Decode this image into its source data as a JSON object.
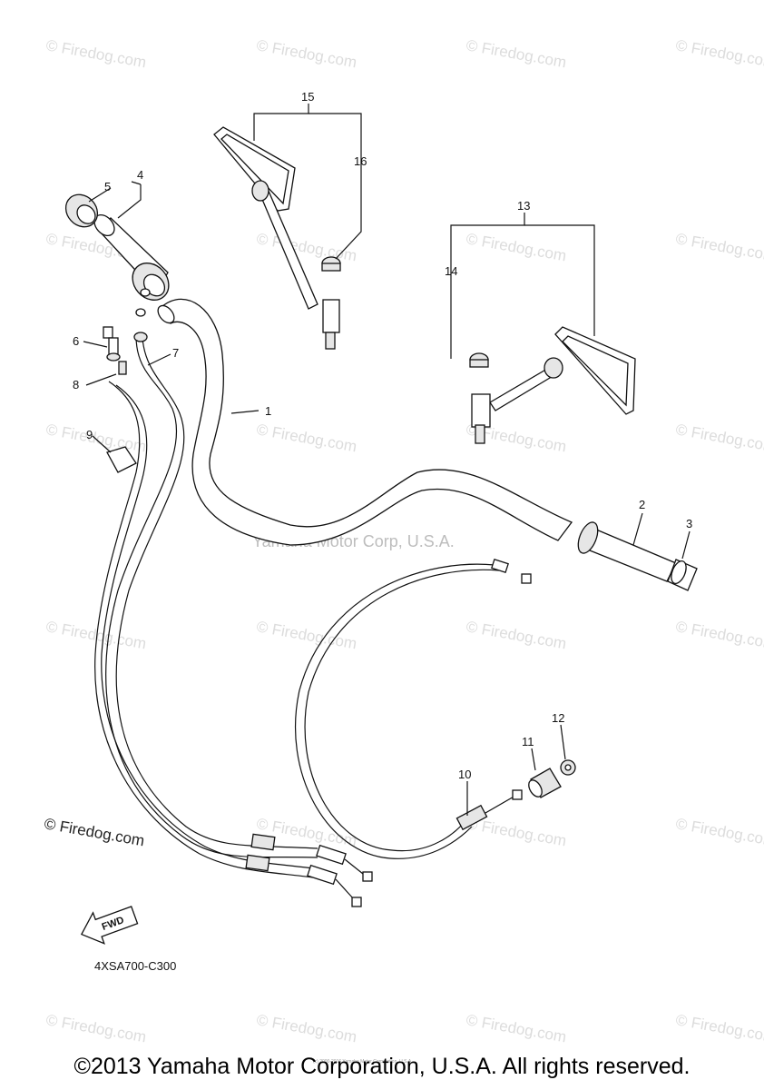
{
  "callouts": [
    "1",
    "2",
    "3",
    "4",
    "5",
    "6",
    "7",
    "8",
    "9",
    "10",
    "11",
    "12",
    "13",
    "14",
    "15",
    "16"
  ],
  "watermark": {
    "text": "© Firedog.com",
    "center_text": "Yamaha Motor Corp, U.S.A.",
    "small_text": "(c) 2000-2016 Yamaha Motor Corporation, U.S.A."
  },
  "fwd_label": "FWD",
  "diagram_code": "4XSA700-C300",
  "copyright": "©2013 Yamaha Motor Corporation, U.S.A. All rights reserved."
}
